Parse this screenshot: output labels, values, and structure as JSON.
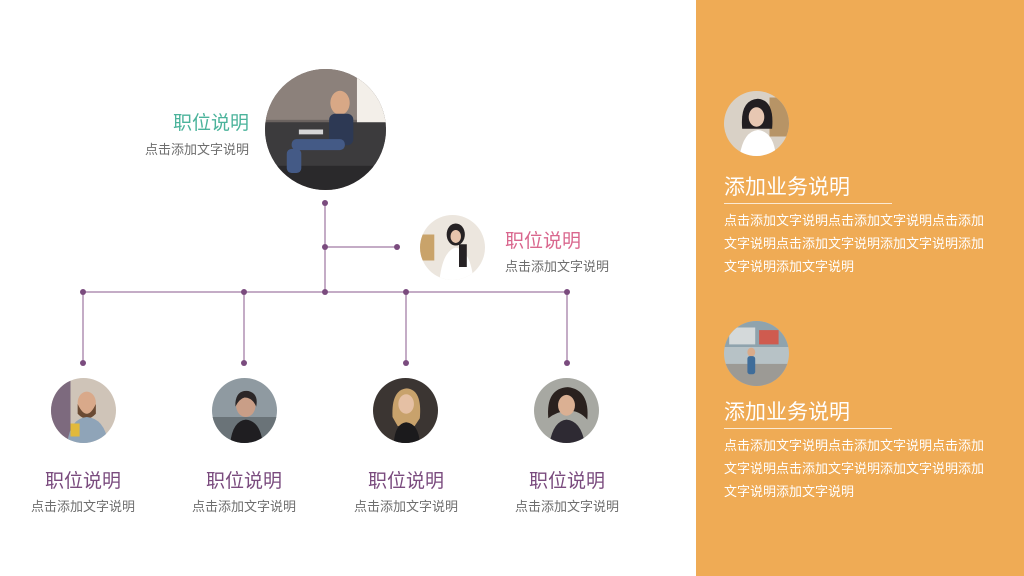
{
  "colors": {
    "accent_green": "#4bb39b",
    "accent_pink": "#d9678e",
    "accent_purple": "#7a4b7e",
    "connector": "#8a5a8c",
    "panel_bg": "#efab55"
  },
  "top_person": {
    "title": "职位说明",
    "desc": "点击添加文字说明",
    "photo": "man-laptop-photo"
  },
  "assistant": {
    "title": "职位说明",
    "desc": "点击添加文字说明",
    "photo": "woman-white-dress-photo"
  },
  "members": [
    {
      "title": "职位说明",
      "desc": "点击添加文字说明",
      "photo": "bearded-man-photo"
    },
    {
      "title": "职位说明",
      "desc": "点击添加文字说明",
      "photo": "woman-short-hair-photo"
    },
    {
      "title": "职位说明",
      "desc": "点击添加文字说明",
      "photo": "blonde-woman-photo"
    },
    {
      "title": "职位说明",
      "desc": "点击添加文字说明",
      "photo": "curly-hair-woman-photo"
    }
  ],
  "panel": {
    "items": [
      {
        "title": "添加业务说明",
        "body": "点击添加文字说明点击添加文字说明点击添加文字说明点击添加文字说明添加文字说明添加文字说明添加文字说明",
        "photo": "woman-dark-hair-photo"
      },
      {
        "title": "添加业务说明",
        "body": "点击添加文字说明点击添加文字说明点击添加文字说明点击添加文字说明添加文字说明添加文字说明添加文字说明",
        "photo": "street-scene-photo"
      }
    ]
  }
}
